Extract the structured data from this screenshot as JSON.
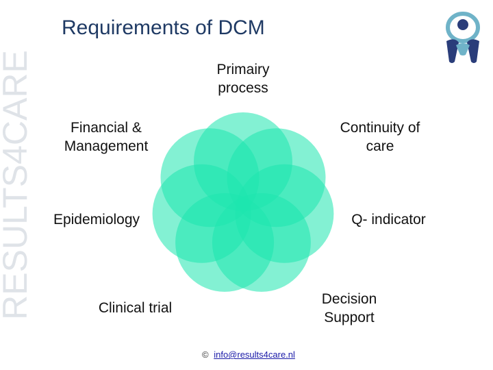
{
  "brand": {
    "vertical_text": "RESULTS4CARE",
    "color": "#dfe3e8"
  },
  "slide": {
    "title": "Requirements of DCM",
    "title_color": "#1f3a64"
  },
  "diagram": {
    "petal_color": "#1ee6ae",
    "labels": {
      "top": "Primairy\nprocess",
      "top_right": "Continuity of\ncare",
      "right": "Q- indicator",
      "bottom_right": "Decision\nSupport",
      "bottom_left": "Clinical trial",
      "left": "Epidemiology",
      "top_left": "Financial &\nManagement"
    }
  },
  "footer": {
    "copyright_symbol": "©",
    "email": "info@results4care.nl"
  },
  "logo": {
    "icon": "results4care-figure-logo",
    "colors": {
      "teal": "#6fb3c8",
      "navy": "#2a3d7a"
    }
  }
}
